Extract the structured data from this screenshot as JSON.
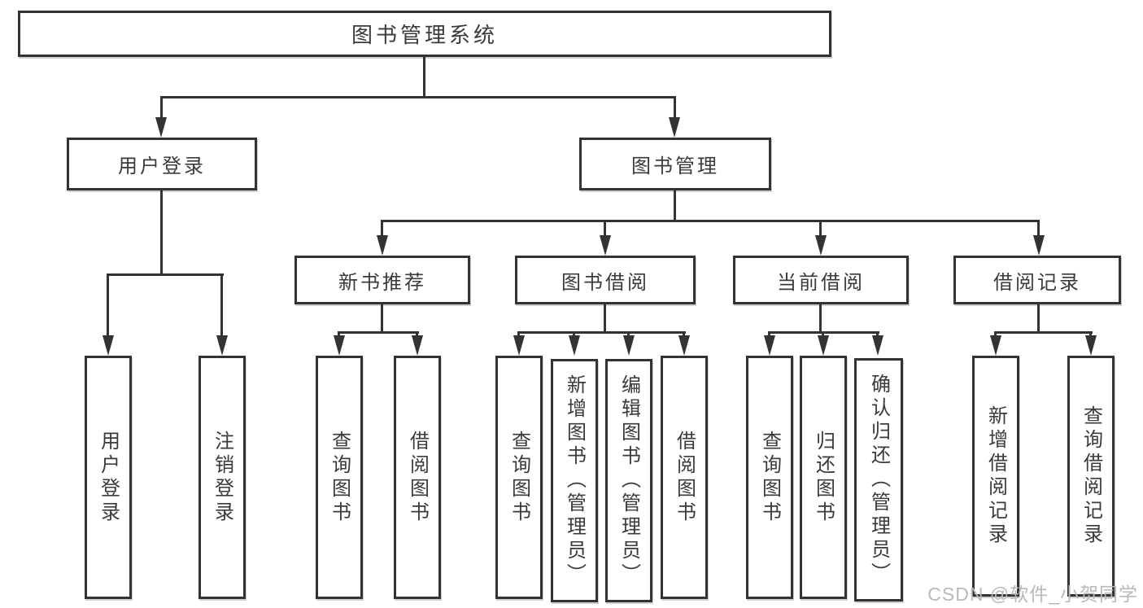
{
  "diagram": {
    "type": "hierarchy-tree",
    "root": {
      "label": "图书管理系统"
    },
    "branches": [
      {
        "label": "用户登录",
        "children": [
          {
            "label": "用户登录"
          },
          {
            "label": "注销登录"
          }
        ]
      },
      {
        "label": "图书管理",
        "children": [
          {
            "label": "新书推荐",
            "children": [
              {
                "label": "查询图书"
              },
              {
                "label": "借阅图书"
              }
            ]
          },
          {
            "label": "图书借阅",
            "children": [
              {
                "label": "查询图书"
              },
              {
                "label": "新增图书（管理员）"
              },
              {
                "label": "编辑图书（管理员）"
              },
              {
                "label": "借阅图书"
              }
            ]
          },
          {
            "label": "当前借阅",
            "children": [
              {
                "label": "查询图书"
              },
              {
                "label": "归还图书"
              },
              {
                "label": "确认归还（管理员）"
              }
            ]
          },
          {
            "label": "借阅记录",
            "children": [
              {
                "label": "新增借阅记录"
              },
              {
                "label": "查询借阅记录"
              }
            ]
          }
        ]
      }
    ]
  },
  "watermark": {
    "text": "CSDN @软件_小贺同学",
    "color": "#b9b9bd"
  },
  "colors": {
    "line": "#333333",
    "text": "#3a3a3e",
    "background": "#ffffff",
    "watermark": "#b9b9bd"
  }
}
